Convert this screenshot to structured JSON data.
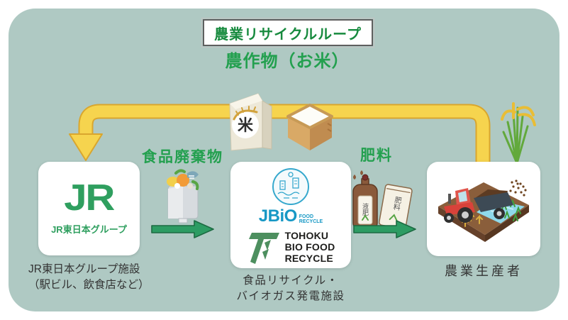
{
  "header": {
    "title": "農業リサイクルループ",
    "loop_product_label": "農作物（お米）"
  },
  "flows": {
    "food_waste": {
      "label": "食品廃棄物"
    },
    "fertilizer": {
      "label": "肥料",
      "bottle_label": "液肥",
      "bag_label": "肥料"
    },
    "crops": {
      "rice_bag_kanji": "米"
    }
  },
  "nodes": {
    "jr_group": {
      "logo": "JR",
      "logo_subtitle": "JR東日本グループ",
      "caption_line1": "JR東日本グループ施設",
      "caption_line2": "（駅ビル、飲食店など）"
    },
    "recycle_facility": {
      "jbio_logo": "JBiO",
      "jbio_sub_line1": "FOOD",
      "jbio_sub_line2": "RECYCLE",
      "tohoku_line1": "TOHOKU",
      "tohoku_line2": "BIO FOOD",
      "tohoku_line3": "RECYCLE",
      "caption_line1": "食品リサイクル・",
      "caption_line2": "バイオガス発電施設"
    },
    "farmer": {
      "caption": "農業生産者"
    }
  },
  "colors": {
    "panel_bg": "#afc9c3",
    "accent_green_text": "#23a04f",
    "title_green": "#178a3e",
    "flow_arrow_green_fill": "#2d9c63",
    "flow_arrow_green_stroke": "#1d6b42",
    "loop_arrow_yellow_fill": "#f6d44e",
    "loop_arrow_yellow_stroke": "#d9a62e",
    "jr_logo_green": "#2f9f5f",
    "jbio_blue": "#1798c5",
    "tohoku_logo_green": "#4d8f5f",
    "caption_text": "#333333"
  }
}
